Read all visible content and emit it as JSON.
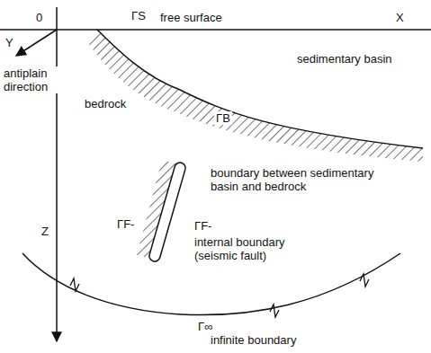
{
  "diagram": {
    "labels": [
      "0",
      "ΓS",
      "free surface",
      "X",
      "Y",
      "antiplain direction",
      "sedimentary basin",
      "bedrock",
      "ΓB",
      "boundary between sedimentary basin and bedrock",
      "ΓF-",
      "ΓF-",
      "internal boundary (seismic fault)",
      "Z",
      "Γ∞",
      "infinite boundary"
    ]
  }
}
